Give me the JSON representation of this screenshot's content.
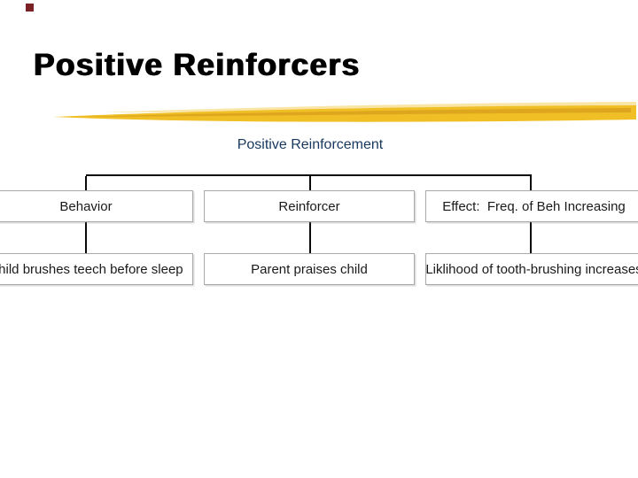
{
  "slide": {
    "title": "Positive Reinforcers",
    "colors": {
      "corner_square": "#7b2125",
      "swoosh_gold_main": "#efbf25",
      "swoosh_gold_light": "#f7dd8a",
      "swoosh_gold_dark": "#d8a01d",
      "root_label_navy": "#17375e",
      "box_border_gray": "#a9a9a9",
      "connector_black": "#0a0a0a"
    },
    "diagram": {
      "root_label": "Positive Reinforcement",
      "columns": [
        {
          "header": "Behavior",
          "detail": "Child brushes teech before sleep"
        },
        {
          "header": "Reinforcer",
          "detail": "Parent praises child"
        },
        {
          "header": "Effect:  Freq. of Beh Increasing",
          "detail": "Liklihood of tooth-brushing increases"
        }
      ]
    }
  }
}
